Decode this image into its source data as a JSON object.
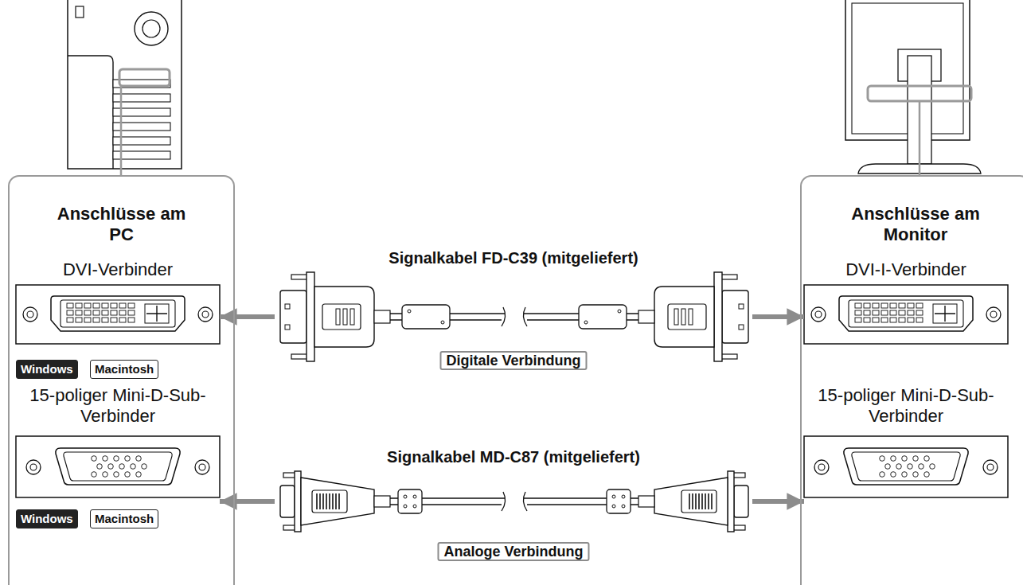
{
  "diagram": {
    "nodes": [
      {
        "text": [
          "Anschlüsse am PC"
        ]
      },
      {
        "text": [
          "DVI-Verbinder"
        ],
        "in": 0
      },
      {
        "text": [
          "Windows"
        ],
        "in": 0
      },
      {
        "text": [
          "Macintosh"
        ],
        "in": 0
      },
      {
        "text": [
          "15-poliger Mini-D-Sub-Verbinder"
        ],
        "in": 0
      },
      {
        "text": [
          "Windows"
        ],
        "in": 0
      },
      {
        "text": [
          "Macintosh"
        ],
        "in": 0
      },
      {
        "text": [
          "Signalkabel FD-C39 (mitgeliefert)",
          "Digitale Verbindung"
        ]
      },
      {
        "text": [
          "Signalkabel MD-C87 (mitgeliefert)",
          "Analoge Verbindung"
        ]
      },
      {
        "text": [
          "Anschlüsse am Monitor"
        ]
      },
      {
        "text": [
          "DVI-I-Verbinder"
        ],
        "in": 9
      },
      {
        "text": [
          "15-poliger Mini-D-Sub-Verbinder"
        ],
        "in": 9
      }
    ],
    "edges": [
      {
        "from": 7,
        "to": 1,
        "arrow": "to"
      },
      {
        "from": 7,
        "to": 10,
        "arrow": "to"
      },
      {
        "from": 8,
        "to": 4,
        "arrow": "to"
      },
      {
        "from": 8,
        "to": 11,
        "arrow": "to"
      }
    ]
  }
}
